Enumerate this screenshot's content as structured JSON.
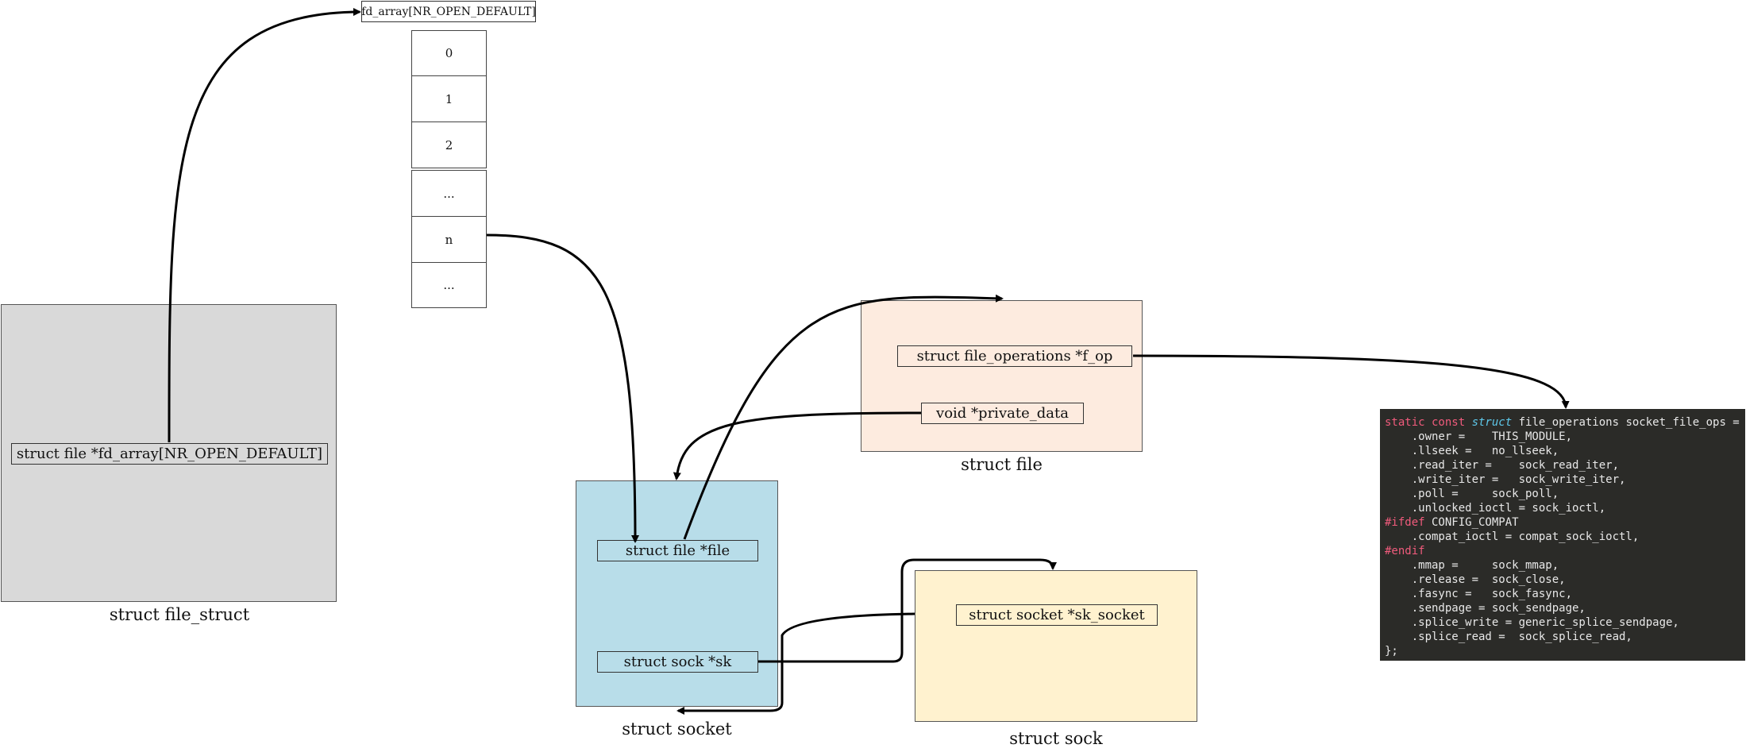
{
  "fd_array_header": "fd_array[NR_OPEN_DEFAULT]",
  "fd_cells": [
    "0",
    "1",
    "2",
    "...",
    "n",
    "..."
  ],
  "file_struct": {
    "field": "struct file *fd_array[NR_OPEN_DEFAULT]",
    "caption": "struct file_struct"
  },
  "struct_file": {
    "f_op": "struct file_operations  *f_op",
    "private_data": "void  *private_data",
    "caption": "struct file"
  },
  "struct_socket": {
    "file": "struct file *file",
    "sk": "struct sock *sk",
    "caption": "struct socket"
  },
  "struct_sock": {
    "sk_socket": "struct socket *sk_socket",
    "caption": "struct sock"
  },
  "code": {
    "line1_kw1": "static const ",
    "line1_kw2": "struct",
    "line1_rest": " file_operations socket_file_ops = {",
    "lines_a": [
      "    .owner =    THIS_MODULE,",
      "    .llseek =   no_llseek,",
      "    .read_iter =    sock_read_iter,",
      "    .write_iter =   sock_write_iter,",
      "    .poll =     sock_poll,",
      "    .unlocked_ioctl = sock_ioctl,"
    ],
    "ifdef_kw": "#ifdef",
    "ifdef_rest": " CONFIG_COMPAT",
    "compat_line": "    .compat_ioctl = compat_sock_ioctl,",
    "endif_kw": "#endif",
    "lines_b": [
      "    .mmap =     sock_mmap,",
      "    .release =  sock_close,",
      "    .fasync =   sock_fasync,",
      "    .sendpage = sock_sendpage,",
      "    .splice_write = generic_splice_sendpage,",
      "    .splice_read =  sock_splice_read,"
    ],
    "closing": "};"
  }
}
